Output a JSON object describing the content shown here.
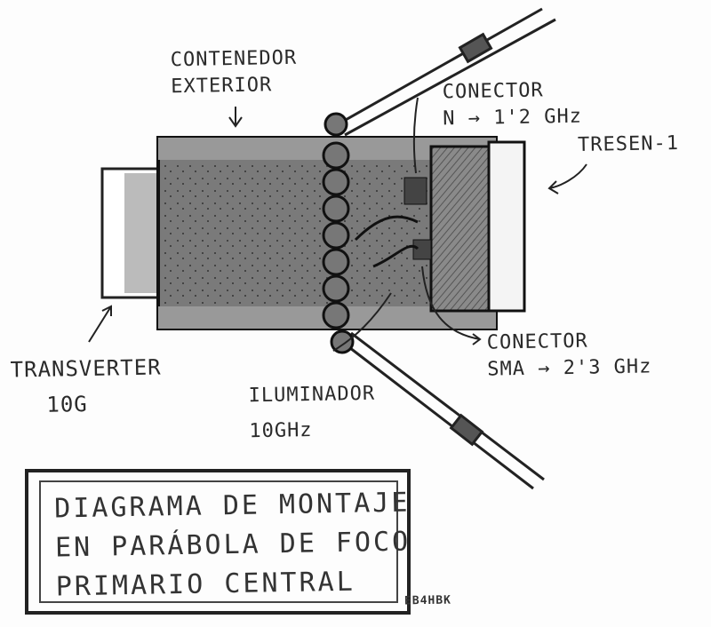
{
  "labels": {
    "container": [
      "CONTENEDOR",
      "EXTERIOR"
    ],
    "connector_n": [
      "CONECTOR",
      "N → 1'2 GHz"
    ],
    "tresen": "TRESEN-1",
    "transverter": [
      "TRANSVERTER",
      "10G"
    ],
    "illuminator": [
      "ILUMINADOR",
      "10GHz"
    ],
    "connector_sma": [
      "CONECTOR",
      "SMA → 2'3 GHz"
    ]
  },
  "title_box": [
    "DIAGRAMA DE MONTAJE",
    "EN PARÁBOLA DE FOCO",
    "PRIMARIO CENTRAL"
  ],
  "signature": "EB4HBK"
}
